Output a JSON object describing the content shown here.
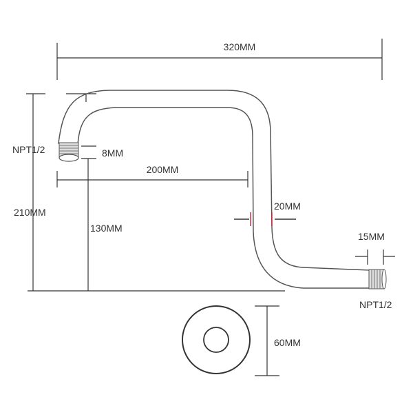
{
  "labels": {
    "overall_width": "320MM",
    "inlet_thread": "NPT1/2",
    "thread_length": "8MM",
    "horizontal_reach": "200MM",
    "overall_height": "210MM",
    "drop_height": "130MM",
    "pipe_diameter": "20MM",
    "outlet_thread_length": "15MM",
    "outlet_thread": "NPT1/2",
    "flange_diameter": "60MM"
  },
  "colors": {
    "line": "#333333",
    "pipe_stroke": "#555555",
    "accent_tick": "#cc2233"
  }
}
